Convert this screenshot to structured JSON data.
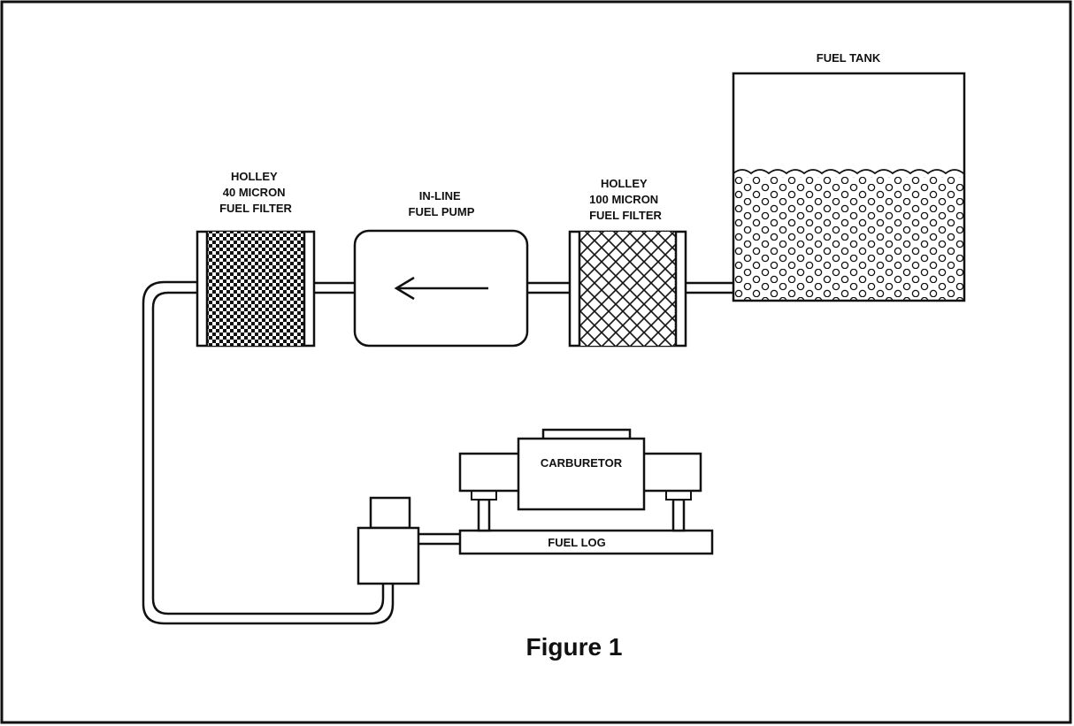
{
  "labels": {
    "fuel_tank": "FUEL TANK",
    "filter_40": [
      "HOLLEY",
      "40 MICRON",
      "FUEL FILTER"
    ],
    "pump": [
      "IN-LINE",
      "FUEL PUMP"
    ],
    "filter_100": [
      "HOLLEY",
      "100 MICRON",
      "FUEL FILTER"
    ],
    "carburetor": "CARBURETOR",
    "fuel_log": "FUEL LOG"
  },
  "caption": "Figure 1"
}
